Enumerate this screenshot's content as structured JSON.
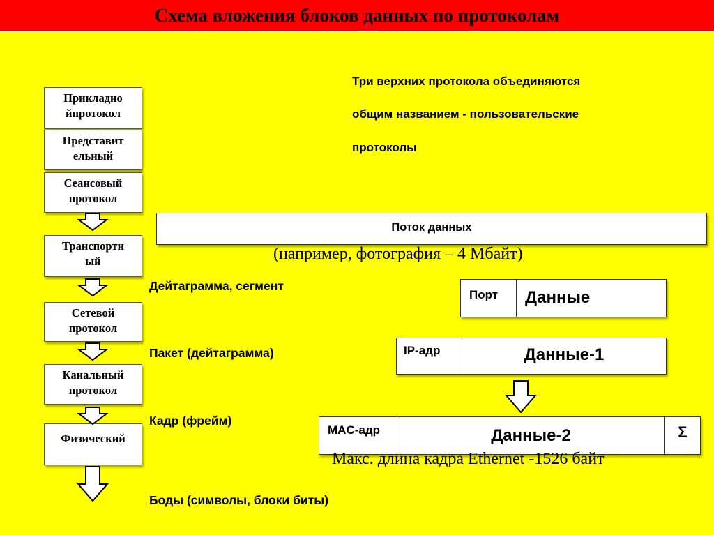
{
  "title": "Схема вложения  блоков данных по протоколам",
  "layers": [
    {
      "line1": "Прикладно",
      "line2": "йпротокол"
    },
    {
      "line1": "Представит",
      "line2": "ельный"
    },
    {
      "line1": "Сеансовый",
      "line2": "протокол"
    },
    {
      "line1": "Транспортн",
      "line2": "ый"
    },
    {
      "line1": "Сетевой",
      "line2": "протокол"
    },
    {
      "line1": "Канальный",
      "line2": "протокол"
    },
    {
      "line1": "Физический",
      "line2": ""
    }
  ],
  "note": {
    "line1": "Три верхних протокола объединяются",
    "line2": "общим названием - пользовательские",
    "line3": "протоколы"
  },
  "flow": {
    "label": "Поток данных",
    "example": "(например, фотография – 4 Мбайт)"
  },
  "unit_labels": {
    "transport": "Дейтаграмма, сегмент",
    "network": "Пакет (дейтаграмма)",
    "link": "Кадр (фрейм)",
    "physical": "Боды (символы, блоки биты)"
  },
  "packets": {
    "segment": {
      "header": "Порт",
      "data": "Данные"
    },
    "packet": {
      "header": "IP-адр",
      "data": "Данные-1"
    },
    "frame": {
      "header": "MAC-адр",
      "data": "Данные-2",
      "trailer": "Σ"
    }
  },
  "frame_note": "Макс. длина кадра Ethernet -1526 байт",
  "colors": {
    "background": "#ffff00",
    "title_bar": "#ff0000",
    "box": "#ffffff"
  }
}
